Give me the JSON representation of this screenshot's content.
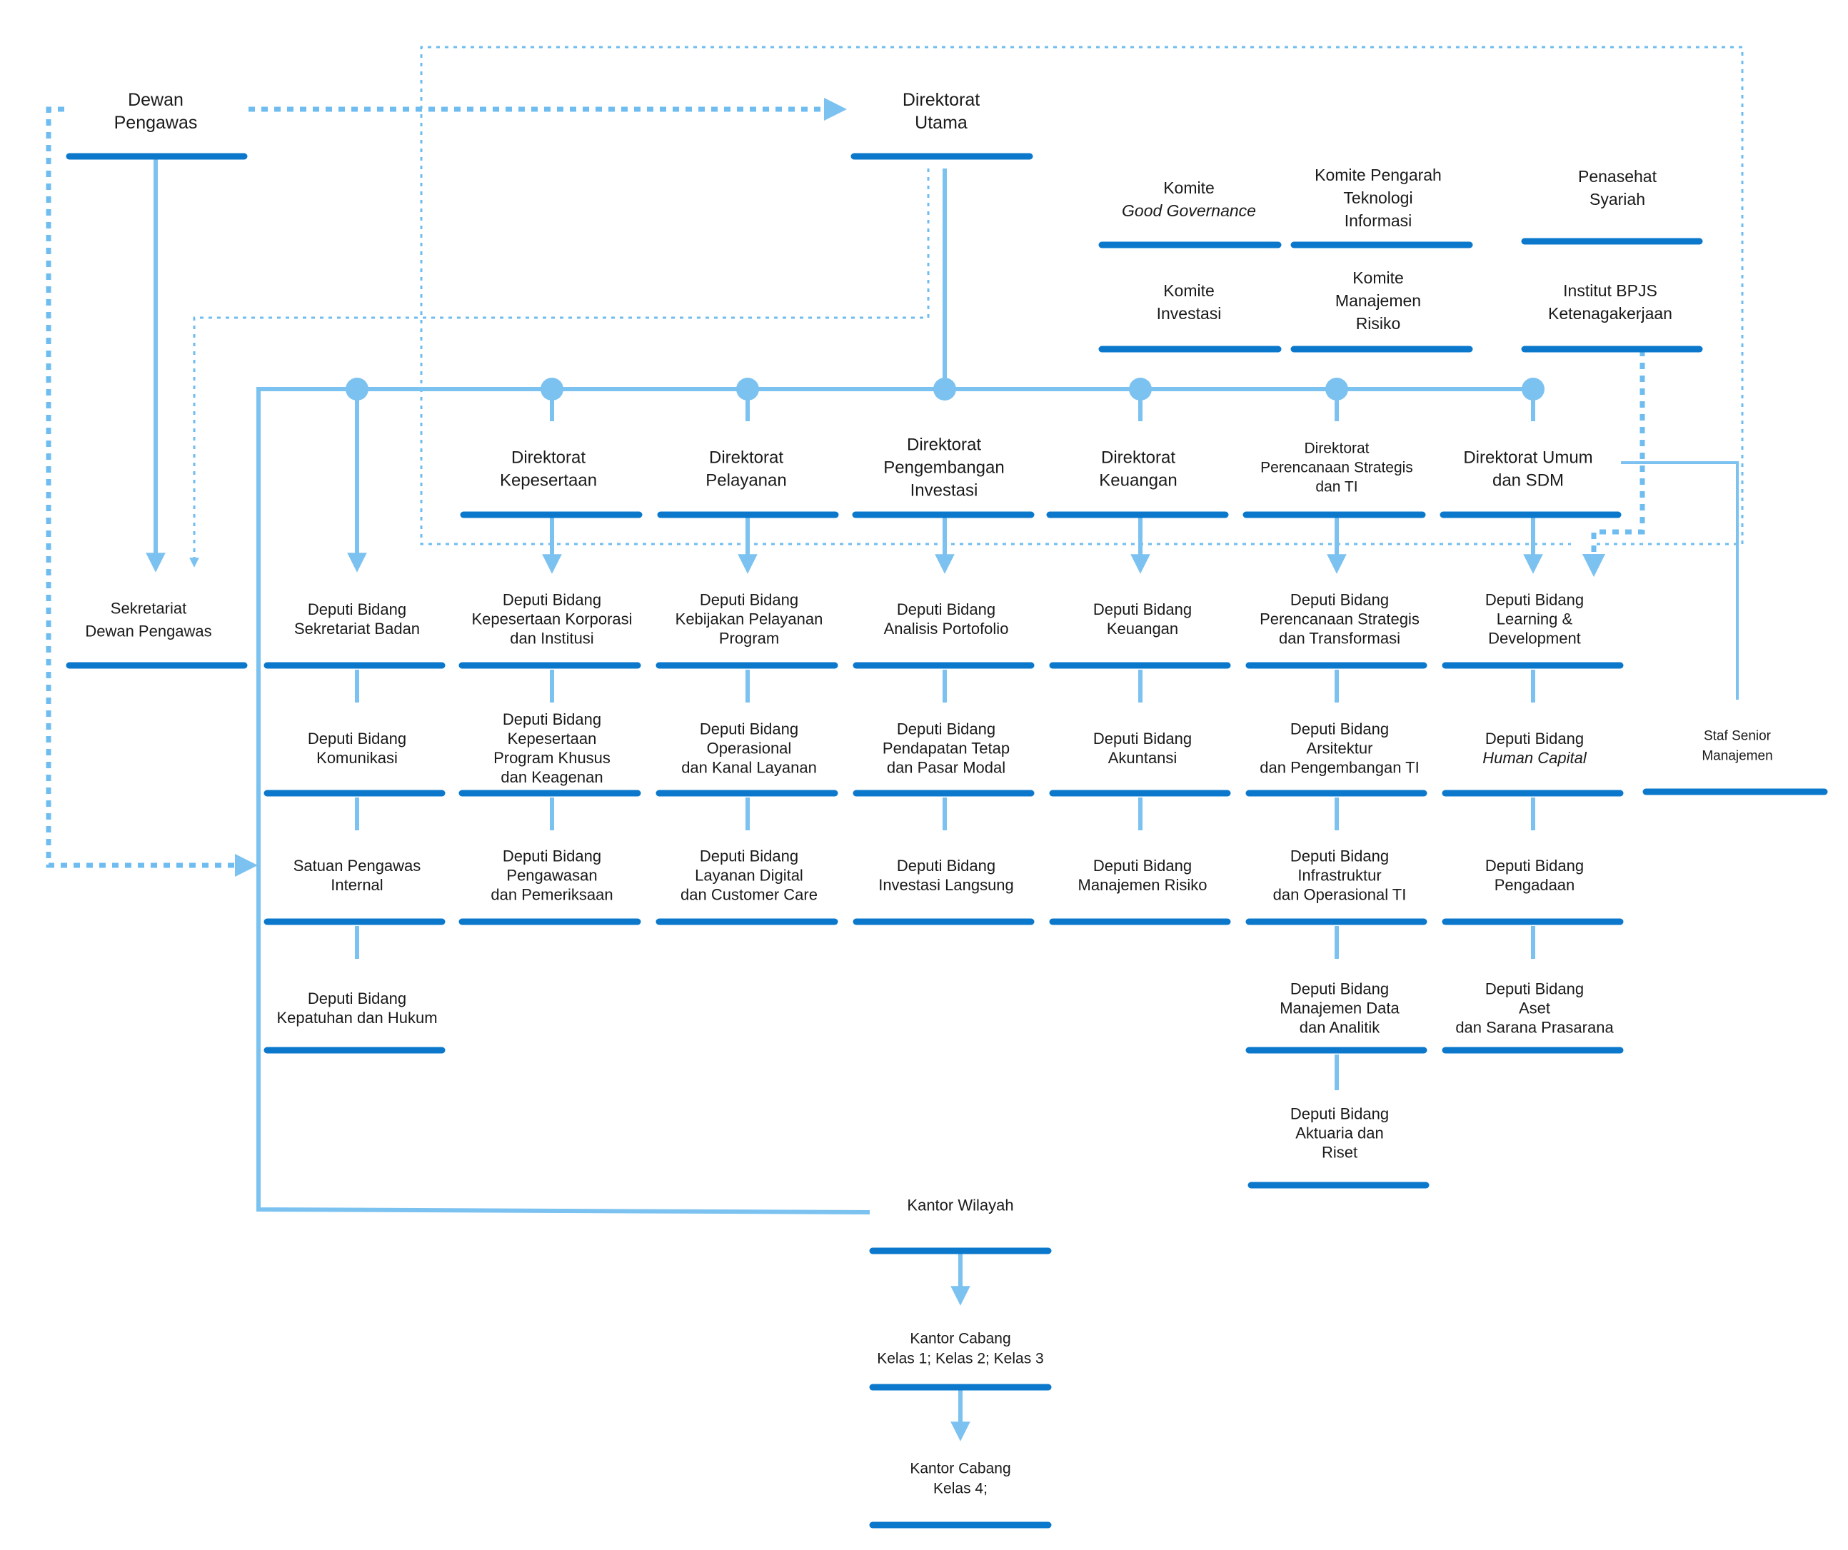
{
  "colors": {
    "bar": "#0b78cc",
    "line": "#7cc2f0",
    "dotted": "#6fbdf0",
    "text": "#1a1a1a"
  },
  "nodes": {
    "dewan_pengawas": [
      "Dewan",
      "Pengawas"
    ],
    "direktorat_utama": [
      "Direktorat",
      "Utama"
    ],
    "komite_gg": [
      "Komite",
      "Good Governance"
    ],
    "komite_ti": [
      "Komite Pengarah",
      "Teknologi",
      "Informasi"
    ],
    "penasehat_syariah": [
      "Penasehat",
      "Syariah"
    ],
    "komite_investasi": [
      "Komite",
      "Investasi"
    ],
    "komite_risiko": [
      "Komite",
      "Manajemen",
      "Risiko"
    ],
    "institut_bpjs": [
      "Institut BPJS",
      "Ketenagakerjaan"
    ],
    "sekretariat_dp": [
      "Sekretariat",
      "Dewan Pengawas"
    ],
    "staf_senior": [
      "Staf Senior",
      "Manajemen"
    ],
    "kantor_wilayah": [
      "Kantor Wilayah"
    ],
    "kantor_cabang_1": [
      "Kantor Cabang",
      "Kelas 1; Kelas 2; Kelas 3"
    ],
    "kantor_cabang_4": [
      "Kantor Cabang",
      "Kelas 4;"
    ]
  },
  "directorates": [
    [
      "Direktorat",
      "Kepesertaan"
    ],
    [
      "Direktorat",
      "Pelayanan"
    ],
    [
      "Direktorat",
      "Pengembangan",
      "Investasi"
    ],
    [
      "Direktorat",
      "Keuangan"
    ],
    [
      "Direktorat",
      "Perencanaan Strategis",
      "dan TI"
    ],
    [
      "Direktorat Umum",
      "dan SDM"
    ]
  ],
  "columns": [
    [
      [
        "Deputi Bidang",
        "Sekretariat Badan"
      ],
      [
        "Deputi Bidang",
        "Komunikasi"
      ],
      [
        "Satuan Pengawas",
        "Internal"
      ],
      [
        "Deputi Bidang",
        "Kepatuhan dan Hukum"
      ]
    ],
    [
      [
        "Deputi Bidang",
        "Kepesertaan Korporasi",
        "dan Institusi"
      ],
      [
        "Deputi Bidang",
        "Kepesertaan",
        "Program Khusus",
        "dan Keagenan"
      ],
      [
        "Deputi Bidang",
        "Pengawasan",
        "dan Pemeriksaan"
      ]
    ],
    [
      [
        "Deputi Bidang",
        "Kebijakan Pelayanan",
        "Program"
      ],
      [
        "Deputi Bidang",
        "Operasional",
        "dan Kanal Layanan"
      ],
      [
        "Deputi Bidang",
        "Layanan Digital",
        "dan Customer Care"
      ]
    ],
    [
      [
        "Deputi Bidang",
        "Analisis Portofolio"
      ],
      [
        "Deputi Bidang",
        "Pendapatan Tetap",
        "dan Pasar Modal"
      ],
      [
        "Deputi Bidang",
        "Investasi Langsung"
      ]
    ],
    [
      [
        "Deputi Bidang",
        "Keuangan"
      ],
      [
        "Deputi Bidang",
        "Akuntansi"
      ],
      [
        "Deputi Bidang",
        "Manajemen Risiko"
      ]
    ],
    [
      [
        "Deputi Bidang",
        "Perencanaan Strategis",
        "dan Transformasi"
      ],
      [
        "Deputi Bidang",
        "Arsitektur",
        "dan Pengembangan TI"
      ],
      [
        "Deputi Bidang",
        "Infrastruktur",
        "dan Operasional TI"
      ],
      [
        "Deputi Bidang",
        "Manajemen Data",
        "dan Analitik"
      ],
      [
        "Deputi Bidang",
        "Aktuaria dan",
        "Riset"
      ]
    ],
    [
      [
        "Deputi Bidang",
        "Learning &",
        "Development"
      ],
      [
        "Deputi Bidang",
        "Human Capital"
      ],
      [
        "Deputi Bidang",
        "Pengadaan"
      ],
      [
        "Deputi Bidang",
        "Aset",
        "dan Sarana Prasarana"
      ]
    ]
  ]
}
